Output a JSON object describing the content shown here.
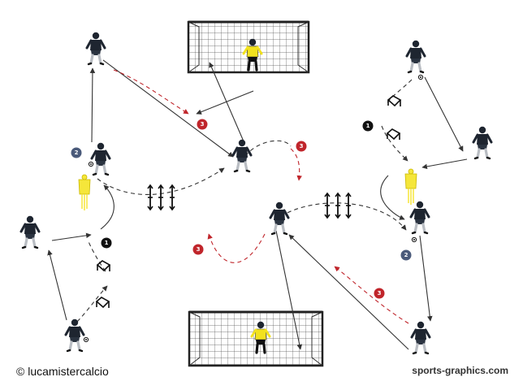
{
  "credits": {
    "copyright": "© lucamistercalcio",
    "website": "sports-graphics.com"
  },
  "badges": [
    {
      "label": "1",
      "color": "#111111"
    },
    {
      "label": "2",
      "color": "#4a5a7a"
    },
    {
      "label": "3",
      "color": "#c0252b"
    },
    {
      "label": "1",
      "color": "#111111"
    },
    {
      "label": "2",
      "color": "#4a5a7a"
    },
    {
      "label": "3",
      "color": "#c0252b"
    },
    {
      "label": "3",
      "color": "#c0252b"
    },
    {
      "label": "3",
      "color": "#c0252b"
    }
  ],
  "colors": {
    "pass_line": "#333333",
    "run_line": "#333333",
    "shot_line": "#c0252b",
    "goalkeeper": "#f2e21e",
    "mannequin": "#f5e63a",
    "player": "#1e2530"
  }
}
